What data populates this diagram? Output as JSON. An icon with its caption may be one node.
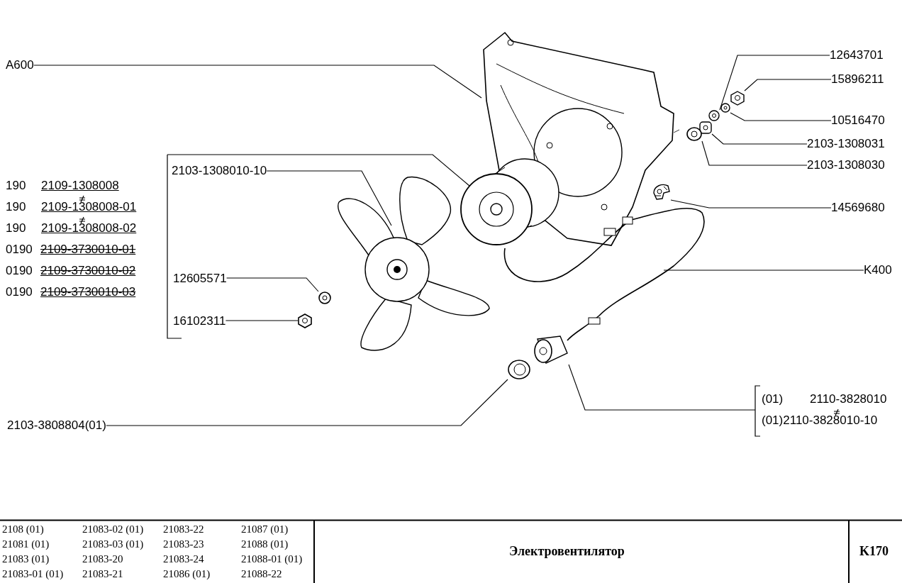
{
  "diagram": {
    "title": "Электровентилятор",
    "nodes": [
      {
        "text": [
          "A600"
        ]
      },
      {
        "text": [],
        "shape": "picture"
      },
      {
        "text": [
          "12643701"
        ]
      },
      {
        "text": [
          "15896211"
        ]
      },
      {
        "text": [
          "10516470"
        ]
      },
      {
        "text": [
          "2103-1308031"
        ]
      },
      {
        "text": [
          "2103-1308030"
        ]
      },
      {
        "text": [
          "14569680"
        ]
      },
      {
        "text": [
          "K400"
        ]
      },
      {
        "text": [],
        "shape": "picture"
      },
      {
        "text": [],
        "shape": "picture"
      },
      {
        "text": [],
        "shape": "picture"
      },
      {
        "text": [],
        "shape": "picture"
      },
      {
        "text": [],
        "shape": "picture"
      },
      {
        "text": [],
        "shape": "picture"
      },
      {
        "text": [],
        "shape": "picture"
      },
      {
        "text": [
          "190",
          "2109-1308008",
          "190",
          "2109-1308008-01",
          "190",
          "2109-1308008-02",
          "0190",
          "2109-3730010-01",
          "0190",
          "2109-3730010-02",
          "0190",
          "2109-3730010-03"
        ]
      },
      {
        "text": [
          "2103-1308010-10"
        ],
        "in": 16
      },
      {
        "text": [
          "12605571"
        ],
        "in": 16
      },
      {
        "text": [
          "16102311"
        ],
        "in": 16
      },
      {
        "text": [],
        "shape": "picture"
      },
      {
        "text": [],
        "shape": "picture"
      },
      {
        "text": [],
        "shape": "picture"
      },
      {
        "text": [],
        "shape": "picture"
      },
      {
        "text": [
          "2103-3808804(01)"
        ]
      },
      {
        "text": [],
        "shape": "picture"
      },
      {
        "text": [
          "(01)",
          "2110-3828010",
          "(01)2110-3828010-10"
        ]
      },
      {
        "text": [],
        "shape": "picture"
      }
    ],
    "edges": [
      {
        "from": 0,
        "to": 1,
        "arrow": "none"
      },
      {
        "from": 2,
        "to": 9,
        "arrow": "none"
      },
      {
        "from": 3,
        "to": 10,
        "arrow": "none"
      },
      {
        "from": 4,
        "to": 11,
        "arrow": "none"
      },
      {
        "from": 5,
        "to": 12,
        "arrow": "none"
      },
      {
        "from": 6,
        "to": 13,
        "arrow": "none"
      },
      {
        "from": 7,
        "to": 14,
        "arrow": "none"
      },
      {
        "from": 8,
        "to": 15,
        "arrow": "none"
      },
      {
        "from": 16,
        "to": 23,
        "arrow": "none"
      },
      {
        "from": 17,
        "to": 20,
        "arrow": "none"
      },
      {
        "from": 18,
        "to": 21,
        "arrow": "none"
      },
      {
        "from": 19,
        "to": 22,
        "arrow": "none"
      },
      {
        "from": 24,
        "to": 25,
        "arrow": "none"
      },
      {
        "from": 26,
        "to": 27,
        "arrow": "none"
      }
    ],
    "labels": [
      "2108 (01)",
      "21083-02 (01)",
      "21083-22",
      "21087 (01)",
      "21081 (01)",
      "21083-03 (01)",
      "21083-23",
      "21088 (01)",
      "21083 (01)",
      "21083-20",
      "21083-24",
      "21088-01 (01)",
      "21083-01 (01)",
      "21083-21",
      "21086 (01)",
      "21088-22",
      "K170"
    ]
  }
}
